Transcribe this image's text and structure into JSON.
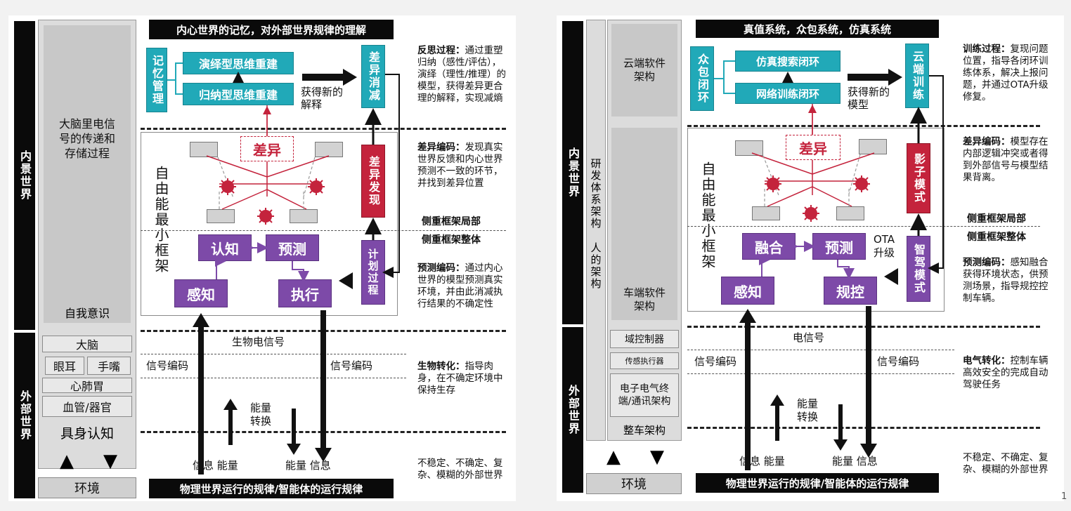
{
  "left": {
    "top_bar": "内心世界的记忆，对外部世界规律的理解",
    "bottom_bar": "物理世界运行的规律/智能体的运行规律",
    "inner_world": "内景世界",
    "outer_world": "外部世界",
    "brain_text": "大脑里电信号的传递和存储过程",
    "self_awareness": "自我意识",
    "body_items": [
      "大脑",
      "眼耳",
      "手嘴",
      "心肺胃",
      "血管/器官"
    ],
    "embodied": "具身认知",
    "environment": "环境",
    "memory": "记忆管理",
    "deductive": "演绎型思维重建",
    "inductive": "归纳型思维重建",
    "diff_eliminate": "差异消减",
    "new_explain": "获得新的解释",
    "diff": "差异",
    "diff_find": "差异发现",
    "plan": "计划过程",
    "framework": "自由能最小框架",
    "cognition": "认知",
    "predict": "预测",
    "perceive": "感知",
    "execute": "执行",
    "bio_signal": "生物电信号",
    "signal_encode_l": "信号编码",
    "signal_encode_r": "信号编码",
    "energy_convert": "能量转换",
    "io_left": "信息 能量",
    "io_right": "能量 信息",
    "notes": [
      {
        "title": "反思过程：",
        "body": "通过重塑归纳（感性/评估），演绎（理性/推理）的模型，获得差异更合理的解释，实现减熵"
      },
      {
        "title": "差异编码：",
        "body": "发现真实世界反馈和内心世界预测不一致的环节，并找到差异位置"
      },
      {
        "title": "侧重框架局部",
        "body": ""
      },
      {
        "title": "侧重框架整体",
        "body": ""
      },
      {
        "title": "预测编码：",
        "body": "通过内心世界的模型预测真实环境，并由此消减执行结果的不确定性"
      },
      {
        "title": "生物转化：",
        "body": "指导肉身，在不确定环境中保持生存"
      },
      {
        "title": "",
        "body": "不稳定、不确定、复杂、模糊的外部世界"
      }
    ]
  },
  "right": {
    "top_bar": "真值系统，众包系统，仿真系统",
    "bottom_bar": "物理世界运行的规律/智能体的运行规律",
    "inner_world": "内景世界",
    "outer_world": "外部世界",
    "rd_arch": "研发体系架构",
    "human_arch": "人的架构",
    "cloud_arch": "云端软件架构",
    "vehicle_arch": "车端软件架构",
    "domain_ctrl": "域控制器",
    "sensor_exec": "传感执行器",
    "ee_arch": "电子电气终端/通讯架构",
    "vehicle_full": "整车架构",
    "environment": "环境",
    "crowd": "众包闭环",
    "sim": "仿真搜索闭环",
    "net": "网络训练闭环",
    "cloud_train": "云端训练",
    "new_model": "获得新的模型",
    "diff": "差异",
    "shadow": "影子模式",
    "ota": "OTA升级",
    "drive": "智驾模式",
    "framework": "自由能最小框架",
    "fusion": "融合",
    "predict": "预测",
    "perceive": "感知",
    "control": "规控",
    "elec_signal": "电信号",
    "signal_encode_l": "信号编码",
    "signal_encode_r": "信号编码",
    "energy_convert": "能量转换",
    "io_left": "信息 能量",
    "io_right": "能量 信息",
    "notes": [
      {
        "title": "训练过程：",
        "body": "复现问题位置，指导各闭环训练体系，解决上报问题，并通过OTA升级修复。"
      },
      {
        "title": "差异编码：",
        "body": "模型存在内部逻辑冲突或者得到外部信号与模型结果背离。"
      },
      {
        "title": "侧重框架局部",
        "body": ""
      },
      {
        "title": "侧重框架整体",
        "body": ""
      },
      {
        "title": "预测编码：",
        "body": "感知融合获得环境状态，供预测场景，指导规控控制车辆。"
      },
      {
        "title": "电气转化：",
        "body": "控制车辆高效安全的完成自动驾驶任务"
      },
      {
        "title": "",
        "body": "不稳定、不确定、复杂、模糊的外部世界"
      }
    ],
    "page_number": "1"
  },
  "colors": {
    "teal": "#21a9b8",
    "purple": "#7d4aa8",
    "red": "#c4233c",
    "black": "#0a0a0a"
  }
}
